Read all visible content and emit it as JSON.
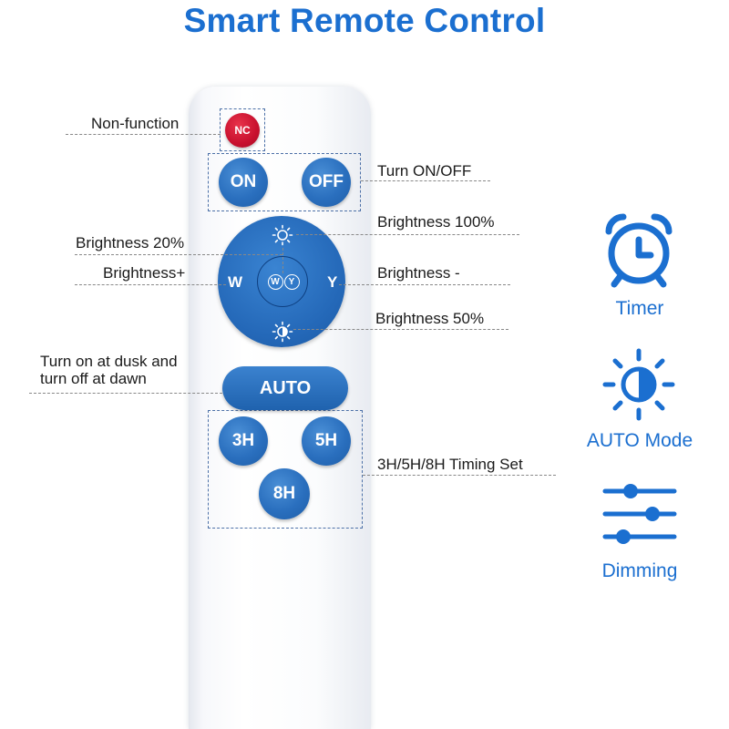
{
  "title": "Smart Remote Control",
  "remote": {
    "buttons": {
      "nc": "NC",
      "on": "ON",
      "off": "OFF",
      "w": "W",
      "y": "Y",
      "center_w": "W",
      "center_y": "Y",
      "auto": "AUTO",
      "h3": "3H",
      "h5": "5H",
      "h8": "8H"
    }
  },
  "callouts": {
    "non_function": "Non-function",
    "turn_on_off": "Turn ON/OFF",
    "brightness_100": "Brightness 100%",
    "brightness_20": "Brightness 20%",
    "brightness_plus": "Brightness+",
    "brightness_minus": "Brightness -",
    "brightness_50": "Brightness 50%",
    "dusk_line1": "Turn on at dusk and",
    "dusk_line2": "turn off at dawn",
    "timing_set": "3H/5H/8H Timing Set"
  },
  "features": {
    "timer": "Timer",
    "auto_mode": "AUTO Mode",
    "dimming": "Dimming"
  },
  "colors": {
    "brand_blue": "#1b6fd0",
    "button_blue": "#2a6fbe",
    "nc_red": "#c8102e"
  },
  "icons": [
    "alarm-clock-icon",
    "half-sun-icon",
    "sliders-icon",
    "sun-icon"
  ]
}
